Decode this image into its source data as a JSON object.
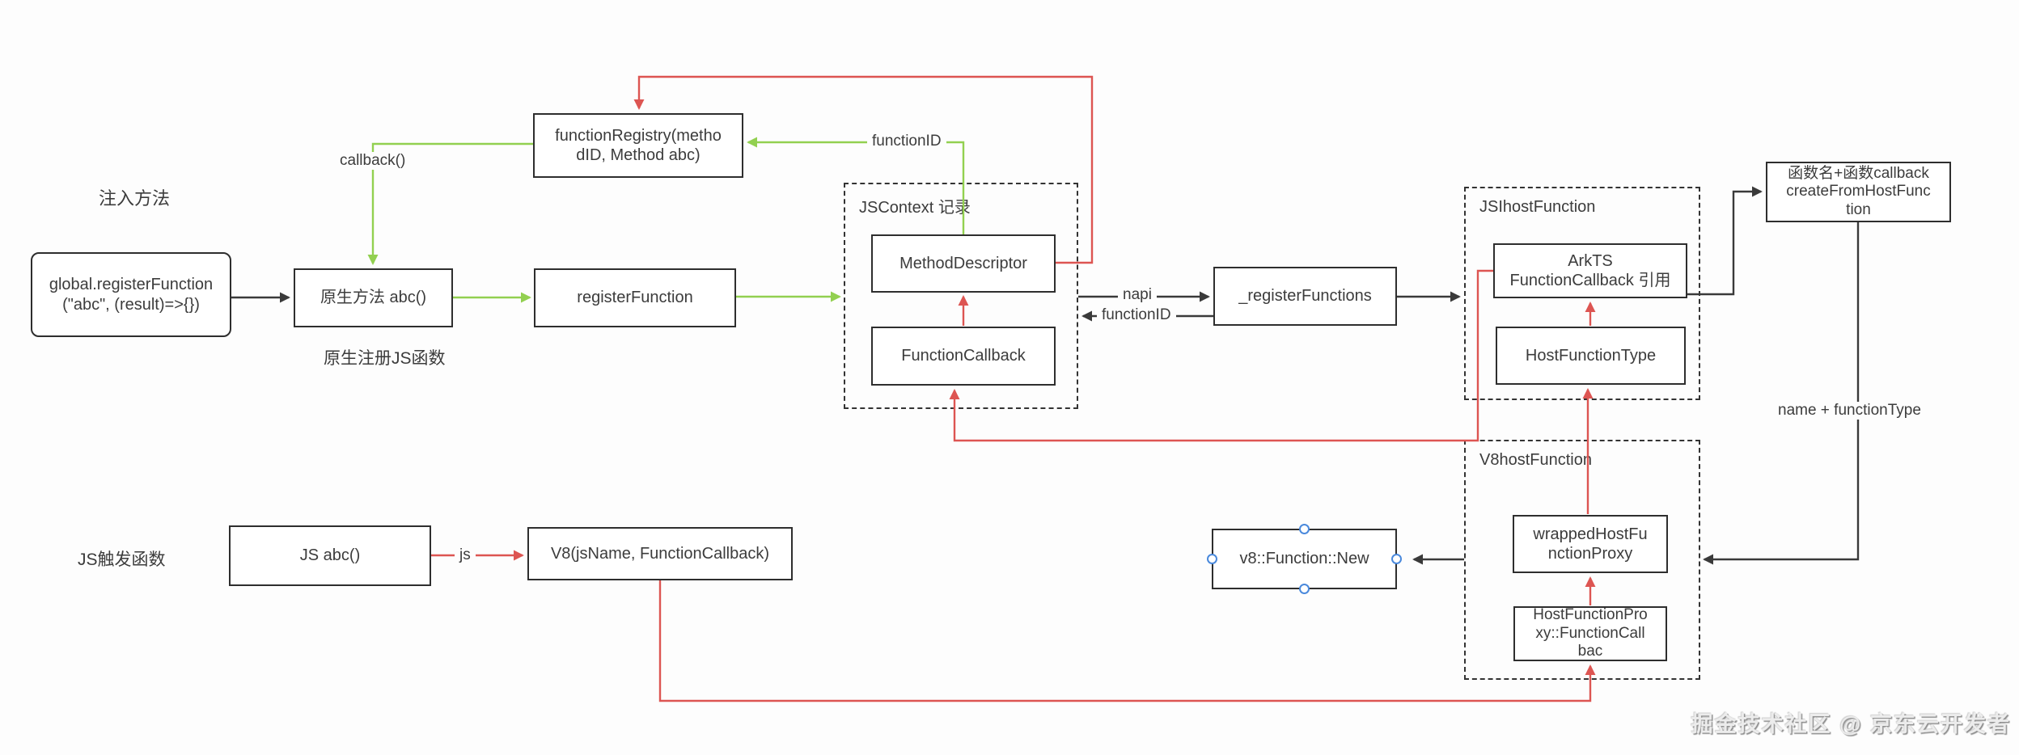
{
  "colors": {
    "green": "#92d050",
    "red": "#dd5552",
    "line": "#3a3a3a",
    "border": "#2e2e2e",
    "text": "#3c3c3c",
    "handle": "#4a89dc"
  },
  "containers": {
    "jscontext": {
      "label": "JSContext 记录"
    },
    "jsihost": {
      "label": "JSIhostFunction"
    },
    "v8host": {
      "label": "V8hostFunction"
    }
  },
  "nodes": {
    "global_register": {
      "label": "global.registerFunction\n(\"abc\", (result)=>{})"
    },
    "native_method": {
      "label": "原生方法 abc()"
    },
    "register_function": {
      "label": "registerFunction"
    },
    "function_registry": {
      "label": "functionRegistry(metho\ndID, Method abc)"
    },
    "method_descriptor": {
      "label": "MethodDescriptor"
    },
    "function_callback": {
      "label": "FunctionCallback"
    },
    "register_functions": {
      "label": "_registerFunctions"
    },
    "arkts_callback": {
      "label": "ArkTS\nFunctionCallback 引用"
    },
    "host_function_type": {
      "label": "HostFunctionType"
    },
    "create_from_host": {
      "label": "函数名+函数callback\ncreateFromHostFunc\ntion"
    },
    "wrapped_proxy": {
      "label": "wrappedHostFu\nnctionProxy"
    },
    "host_function_proxy": {
      "label": "HostFunctionPro\nxy::FunctionCall\nbac"
    },
    "v8_function_new": {
      "label": "v8::Function::New"
    },
    "js_abc": {
      "label": "JS abc()"
    },
    "v8_jsname": {
      "label": "V8(jsName, FunctionCallback)"
    }
  },
  "labels": {
    "inject_method": "注入方法",
    "native_register": "原生注册JS函数",
    "js_trigger": "JS触发函数",
    "callback": "callback()",
    "function_id_top": "functionID",
    "napi": "napi",
    "function_id_mid": "functionID",
    "name_function_type": "name + functionType",
    "js": "js"
  },
  "watermark": {
    "text": "掘金技术社区 @ 京东云开发者"
  }
}
